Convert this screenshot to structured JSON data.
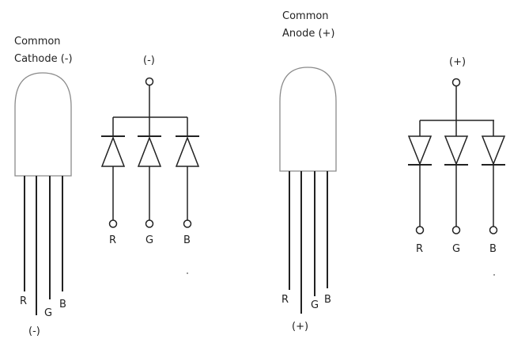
{
  "left": {
    "title_line1": "Common",
    "title_line2": "Cathode (-)",
    "symbol_common": "(-)",
    "symbol_r": "R",
    "symbol_g": "G",
    "symbol_b": "B",
    "pin_r": "R",
    "pin_g": "G",
    "pin_b": "B",
    "pin_common": "(-)"
  },
  "right": {
    "title_line1": "Common",
    "title_line2": "Anode (+)",
    "symbol_common": "(+)",
    "symbol_r": "R",
    "symbol_g": "G",
    "symbol_b": "B",
    "pin_r": "R",
    "pin_g": "G",
    "pin_b": "B",
    "pin_common": "(+)"
  }
}
